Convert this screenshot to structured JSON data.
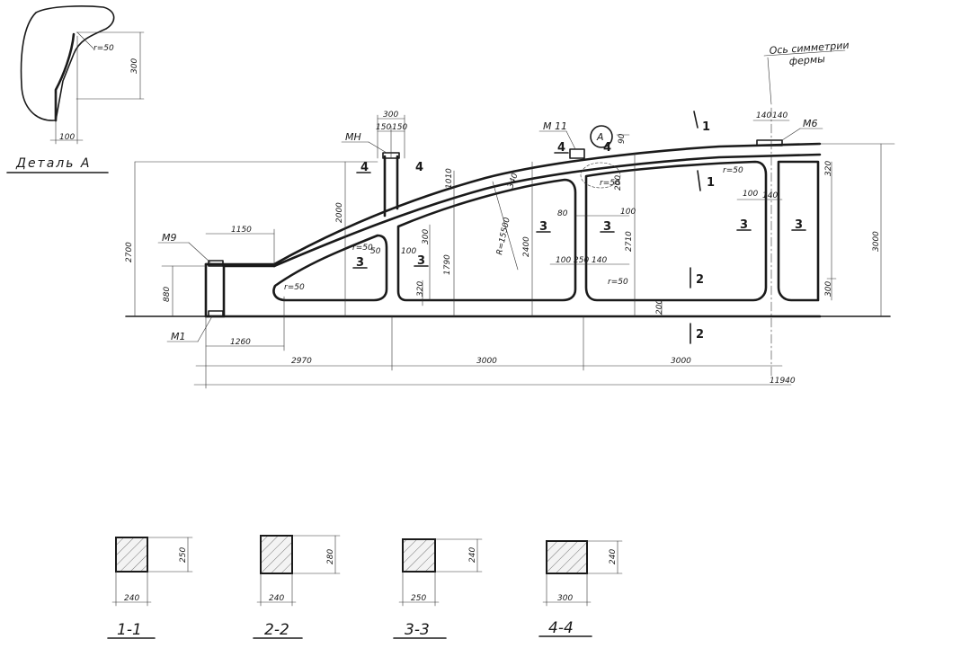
{
  "detail": {
    "title": "Деталь А",
    "radius": "r=50",
    "dim_height": "300",
    "dim_width": "100"
  },
  "callout": {
    "symmetry_line1": "Ось симметрии",
    "symmetry_line2": "фермы",
    "detail_marker": "A"
  },
  "parts": {
    "m9": "М9",
    "m1": "М1",
    "mn": "МН",
    "m11": "М 11",
    "m6": "М6"
  },
  "section_marks": {
    "s1_top": "1",
    "s1_bottom": "1",
    "s2_top": "2",
    "s2_bottom": "2"
  },
  "element_numbers": {
    "n3_a": "3",
    "n3_b": "3",
    "n3_c": "3",
    "n3_d": "3",
    "n3_e": "3",
    "n3_f": "3",
    "n4_a": "4",
    "n4_b": "4",
    "n4_c": "4",
    "n4_d": "4"
  },
  "radii": {
    "r1": "r=50",
    "r2": "r=50",
    "r3": "r=50",
    "r4": "r=50",
    "r5": "r=50",
    "arc": "R=15500"
  },
  "dimensions": {
    "d300_top": "300",
    "d150_a": "150",
    "d150_b": "150",
    "d1150": "1150",
    "d2700": "2700",
    "d880": "880",
    "d1260": "1260",
    "d2970": "2970",
    "d3000_a": "3000",
    "d3000_b": "3000",
    "d11940": "11940",
    "d2000": "2000",
    "d1010": "1010",
    "d340": "340",
    "d1790": "1790",
    "d2400": "2400",
    "d300_b": "300",
    "d100_a": "100",
    "d50": "50",
    "d320_a": "320",
    "d80": "80",
    "d100_b": "100",
    "d100_c": "100",
    "d250": "250",
    "d140_a": "140",
    "d2710": "2710",
    "d90": "90",
    "d200": "200",
    "d140_b": "140",
    "d140_c": "140",
    "d100_d": "100",
    "d140_d": "140",
    "d300_c": "300",
    "d3000_h": "3000",
    "d320_b": "320",
    "d200_b": "200",
    "d100_e": "100"
  },
  "sections": [
    {
      "label": "1-1",
      "height": "250",
      "width": "240"
    },
    {
      "label": "2-2",
      "height": "280",
      "width": "240"
    },
    {
      "label": "3-3",
      "height": "240",
      "width": "250"
    },
    {
      "label": "4-4",
      "height": "240",
      "width": "300"
    }
  ]
}
